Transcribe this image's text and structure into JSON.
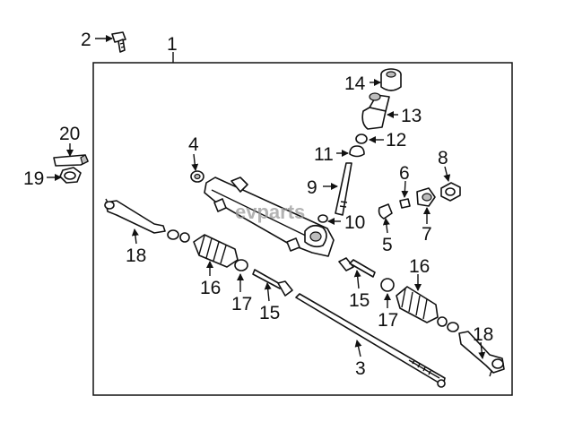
{
  "callouts": {
    "c1": "1",
    "c2": "2",
    "c3": "3",
    "c4": "4",
    "c5": "5",
    "c6": "6",
    "c7": "7",
    "c8": "8",
    "c9": "9",
    "c10": "10",
    "c11": "11",
    "c12": "12",
    "c13": "13",
    "c14": "14",
    "c15a": "15",
    "c15b": "15",
    "c16a": "16",
    "c16b": "16",
    "c17a": "17",
    "c17b": "17",
    "c18a": "18",
    "c18b": "18",
    "c19": "19",
    "c20": "20"
  },
  "watermark": "evparts"
}
